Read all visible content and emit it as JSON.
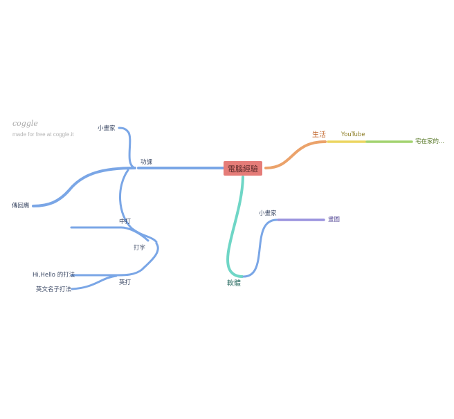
{
  "watermark": {
    "logo": "coggle",
    "tagline": "made for free at coggle.it"
  },
  "colors": {
    "blue": "#7aa6e6",
    "orange": "#eba26a",
    "yellow": "#ecd560",
    "green": "#a2d36e",
    "teal": "#6fd6c6",
    "purple": "#9a93de",
    "root_fill": "#e57c78",
    "root_text": "#5a2a2a"
  },
  "mindmap": {
    "root": "電腦經驗",
    "nodes": {
      "gongke": "功課",
      "xiaohuajia_top": "小畫家",
      "chuanhuiyi": "傳回膺",
      "zhongda": "中打",
      "dazi": "打字",
      "yingda": "英打",
      "hihello": "Hi,Hello 的打法",
      "yingwen": "英文名子打法",
      "shenghuo": "生活",
      "youtube": "YouTube",
      "zhaizai": "宅在家的...",
      "ruanti": "軟體",
      "xiaohuajia_bottom": "小畫家",
      "huatu": "畫圖"
    }
  }
}
